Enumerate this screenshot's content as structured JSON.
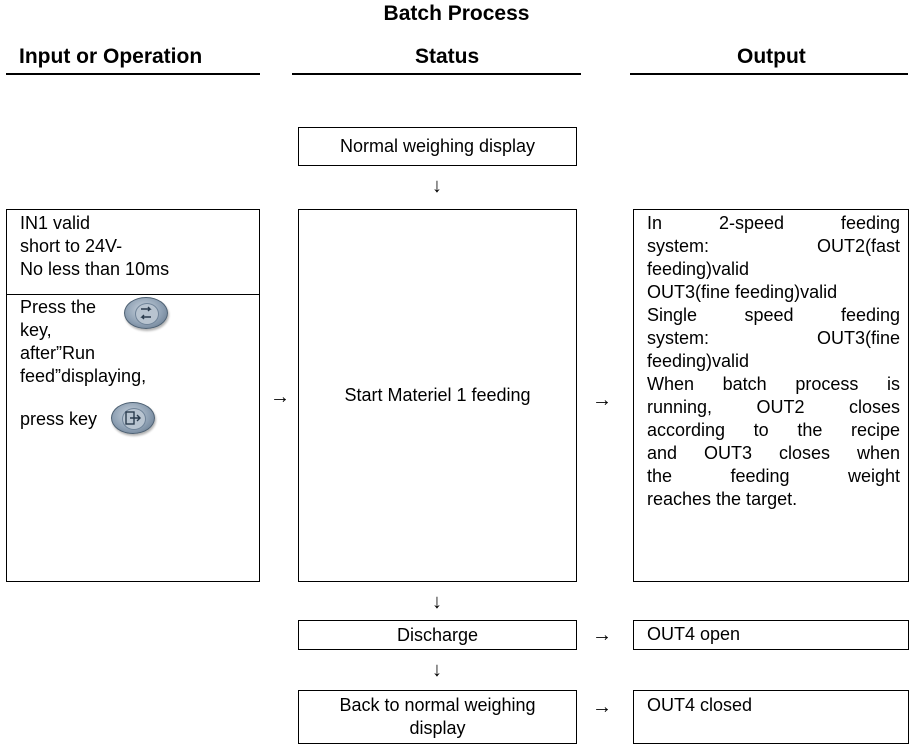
{
  "header": {
    "title": "Batch Process",
    "col_input": "Input or Operation",
    "col_status": "Status",
    "col_output": "Output"
  },
  "status_boxes": {
    "normal": "Normal weighing display",
    "start": "Start Materiel 1 feeding",
    "discharge": "Discharge",
    "back_line1": "Back to normal weighing",
    "back_line2": "display"
  },
  "input": {
    "in1_line1": "IN1 valid",
    "in1_line2": "short to 24V-",
    "in1_line3": "No less than 10ms",
    "press_line1": "Press the",
    "press_line2": "key,",
    "press_line3": "after”Run",
    "press_line4": "feed”displaying,",
    "press_line5": "press key"
  },
  "output": {
    "lines": [
      "In  2-speed  feeding",
      "system:     OUT2(fast",
      "feeding)valid",
      "OUT3(fine feeding)valid",
      "Single  speed  feeding",
      "system:     OUT3(fine",
      "feeding)valid",
      "When batch process is",
      "running,  OUT2  closes",
      "according to the recipe",
      "and OUT3 closes when",
      "the   feeding   weight",
      "reaches the target."
    ],
    "discharge": "OUT4 open",
    "closed": "OUT4 closed"
  },
  "arrows": {
    "down": "↓",
    "right": "→"
  },
  "icons": {
    "key1": "recycle-key-icon",
    "key2": "enter-key-icon"
  }
}
